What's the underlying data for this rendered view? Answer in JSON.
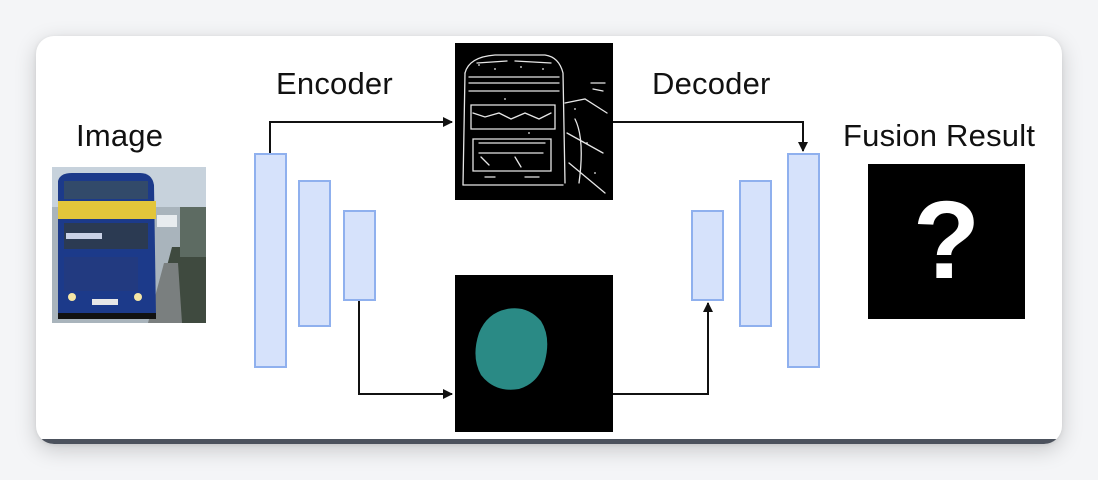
{
  "labels": {
    "image": "Image",
    "encoder": "Encoder",
    "decoder": "Decoder",
    "fusion_result": "Fusion Result"
  },
  "fusion_placeholder": "?",
  "colors": {
    "block_fill": "#d6e2fb",
    "block_border": "#8fb0ee",
    "segmentation_blob": "#2a8a85",
    "panel_background": "#000000"
  },
  "icons": {
    "input_image": "double-decker-bus-photo",
    "edge_map": "bus-edge-map",
    "segmentation_map": "teal-blob-mask"
  }
}
